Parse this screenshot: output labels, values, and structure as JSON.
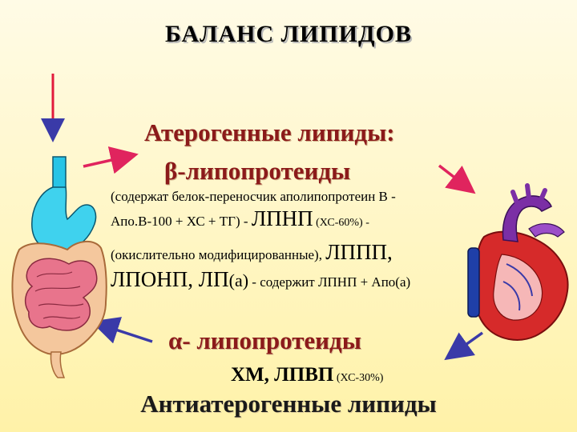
{
  "title": "БАЛАНС   ЛИПИДОВ",
  "atherogenic": {
    "heading": "Атерогенные липиды:",
    "beta_symbol": "β",
    "beta_rest": "-липопротеиды",
    "line1": "(содержат белок-переносчик аполипопротеин В -",
    "line2_small": "Апо.В-100 + ХС + ТГ) - ",
    "line2_big": "ЛПНП",
    "line2_tiny": " (ХС-60%) -",
    "line3_small": "(окислительно модифицированные), ",
    "line3_big": "ЛППП,",
    "line4_big": "ЛПОНП, ЛП",
    "line4_mid": "(а)",
    "line4_small": " - содержит ЛПНП + Апо(а)"
  },
  "antiatherogenic": {
    "alpha_symbol": "α",
    "alpha_rest": "- липопротеиды",
    "line_big": "ХМ, ЛПВП",
    "line_tiny": " (ХС-30%)",
    "heading": "Антиатерогенные липиды"
  },
  "colors": {
    "arrow_blue": "#3a3aa8",
    "arrow_pink": "#e0245e",
    "arrow_red": "#e21b3c",
    "heading": "#8b1a1a"
  }
}
